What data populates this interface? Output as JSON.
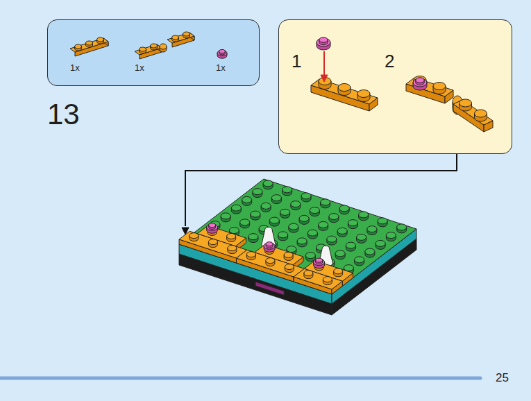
{
  "diagram": {
    "nodes": [
      {
        "text": [
          "1x",
          "1x",
          "1x"
        ]
      },
      {
        "text": [
          "1",
          "2"
        ]
      }
    ],
    "labels": [
      "13",
      "25"
    ]
  }
}
